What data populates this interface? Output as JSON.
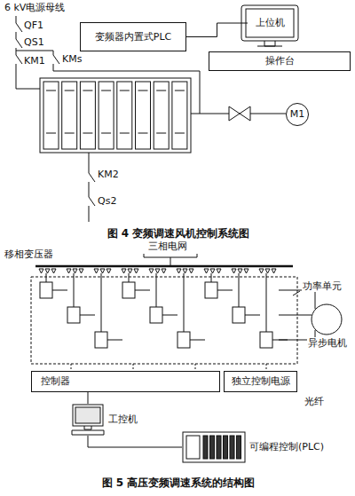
{
  "diagram": {
    "nodes": [
      {
        "text": [
          "变频器内置式PLC"
        ]
      },
      {
        "text": [
          "上位机"
        ]
      },
      {
        "text": [
          "操作台"
        ]
      },
      {
        "text": [
          "M1"
        ]
      },
      {
        "text": [
          "控制器"
        ]
      },
      {
        "text": [
          "独立控制电源"
        ]
      },
      {
        "text": [
          "工控机"
        ]
      },
      {
        "text": [
          "可编程控制(PLC)"
        ]
      }
    ],
    "edges": [
      {
        "from": 0,
        "to": 1,
        "arrow": "none"
      },
      {
        "from": 4,
        "to": 6,
        "arrow": "none"
      },
      {
        "from": 6,
        "to": 7,
        "arrow": "none"
      }
    ],
    "labels": [
      "6 kV电源母线",
      "QF1",
      "QS1",
      "KM1",
      "KMs",
      "KM2",
      "Qs2",
      "图 4 变频调速风机控制系统图",
      "移相变压器",
      "三相电网",
      "功率单元",
      "异步电机",
      "光纤",
      "图 5 高压变频调速系统的结构图"
    ]
  }
}
